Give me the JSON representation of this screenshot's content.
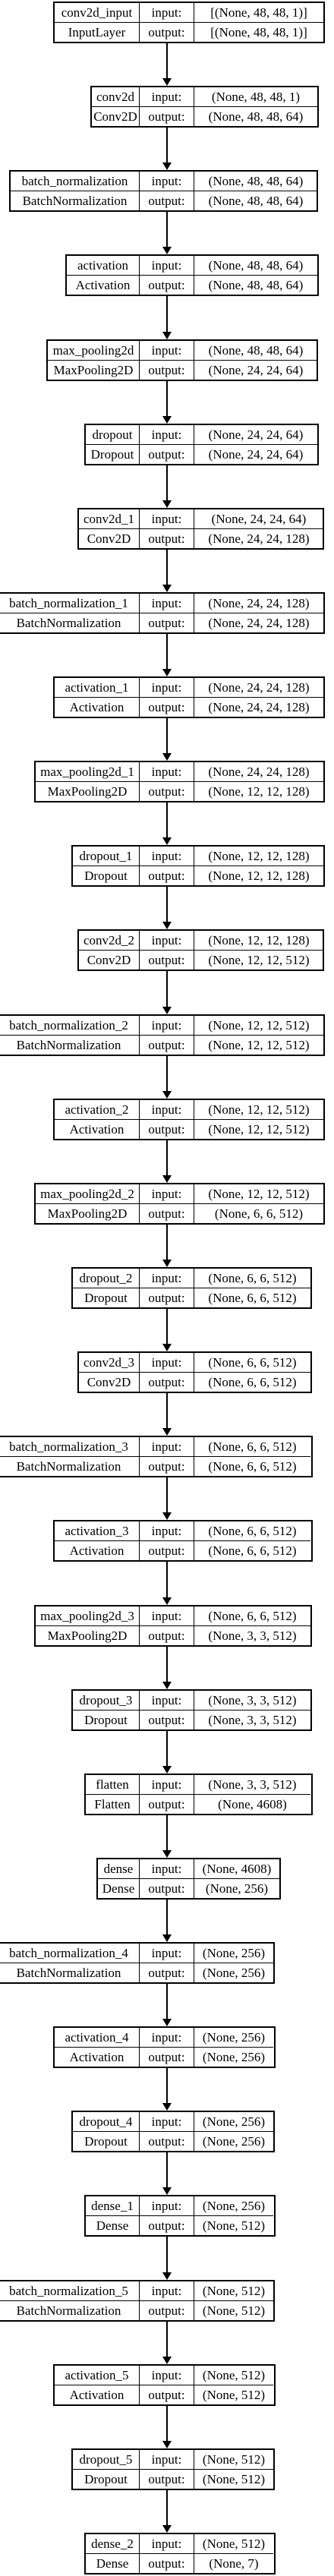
{
  "labels": {
    "input": "input:",
    "output": "output:"
  },
  "layers": [
    {
      "name": "conv2d_input",
      "type": "InputLayer",
      "input": "[(None, 48, 48, 1)]",
      "output": "[(None, 48, 48, 1)]"
    },
    {
      "name": "conv2d",
      "type": "Conv2D",
      "input": "(None, 48, 48, 1)",
      "output": "(None, 48, 48, 64)"
    },
    {
      "name": "batch_normalization",
      "type": "BatchNormalization",
      "input": "(None, 48, 48, 64)",
      "output": "(None, 48, 48, 64)"
    },
    {
      "name": "activation",
      "type": "Activation",
      "input": "(None, 48, 48, 64)",
      "output": "(None, 48, 48, 64)"
    },
    {
      "name": "max_pooling2d",
      "type": "MaxPooling2D",
      "input": "(None, 48, 48, 64)",
      "output": "(None, 24, 24, 64)"
    },
    {
      "name": "dropout",
      "type": "Dropout",
      "input": "(None, 24, 24, 64)",
      "output": "(None, 24, 24, 64)"
    },
    {
      "name": "conv2d_1",
      "type": "Conv2D",
      "input": "(None, 24, 24, 64)",
      "output": "(None, 24, 24, 128)"
    },
    {
      "name": "batch_normalization_1",
      "type": "BatchNormalization",
      "input": "(None, 24, 24, 128)",
      "output": "(None, 24, 24, 128)"
    },
    {
      "name": "activation_1",
      "type": "Activation",
      "input": "(None, 24, 24, 128)",
      "output": "(None, 24, 24, 128)"
    },
    {
      "name": "max_pooling2d_1",
      "type": "MaxPooling2D",
      "input": "(None, 24, 24, 128)",
      "output": "(None, 12, 12, 128)"
    },
    {
      "name": "dropout_1",
      "type": "Dropout",
      "input": "(None, 12, 12, 128)",
      "output": "(None, 12, 12, 128)"
    },
    {
      "name": "conv2d_2",
      "type": "Conv2D",
      "input": "(None, 12, 12, 128)",
      "output": "(None, 12, 12, 512)"
    },
    {
      "name": "batch_normalization_2",
      "type": "BatchNormalization",
      "input": "(None, 12, 12, 512)",
      "output": "(None, 12, 12, 512)"
    },
    {
      "name": "activation_2",
      "type": "Activation",
      "input": "(None, 12, 12, 512)",
      "output": "(None, 12, 12, 512)"
    },
    {
      "name": "max_pooling2d_2",
      "type": "MaxPooling2D",
      "input": "(None, 12, 12, 512)",
      "output": "(None, 6, 6, 512)"
    },
    {
      "name": "dropout_2",
      "type": "Dropout",
      "input": "(None, 6, 6, 512)",
      "output": "(None, 6, 6, 512)"
    },
    {
      "name": "conv2d_3",
      "type": "Conv2D",
      "input": "(None, 6, 6, 512)",
      "output": "(None, 6, 6, 512)"
    },
    {
      "name": "batch_normalization_3",
      "type": "BatchNormalization",
      "input": "(None, 6, 6, 512)",
      "output": "(None, 6, 6, 512)"
    },
    {
      "name": "activation_3",
      "type": "Activation",
      "input": "(None, 6, 6, 512)",
      "output": "(None, 6, 6, 512)"
    },
    {
      "name": "max_pooling2d_3",
      "type": "MaxPooling2D",
      "input": "(None, 6, 6, 512)",
      "output": "(None, 3, 3, 512)"
    },
    {
      "name": "dropout_3",
      "type": "Dropout",
      "input": "(None, 3, 3, 512)",
      "output": "(None, 3, 3, 512)"
    },
    {
      "name": "flatten",
      "type": "Flatten",
      "input": "(None, 3, 3, 512)",
      "output": "(None, 4608)"
    },
    {
      "name": "dense",
      "type": "Dense",
      "input": "(None, 4608)",
      "output": "(None, 256)"
    },
    {
      "name": "batch_normalization_4",
      "type": "BatchNormalization",
      "input": "(None, 256)",
      "output": "(None, 256)"
    },
    {
      "name": "activation_4",
      "type": "Activation",
      "input": "(None, 256)",
      "output": "(None, 256)"
    },
    {
      "name": "dropout_4",
      "type": "Dropout",
      "input": "(None, 256)",
      "output": "(None, 256)"
    },
    {
      "name": "dense_1",
      "type": "Dense",
      "input": "(None, 256)",
      "output": "(None, 512)"
    },
    {
      "name": "batch_normalization_5",
      "type": "BatchNormalization",
      "input": "(None, 512)",
      "output": "(None, 512)"
    },
    {
      "name": "activation_5",
      "type": "Activation",
      "input": "(None, 512)",
      "output": "(None, 512)"
    },
    {
      "name": "dropout_5",
      "type": "Dropout",
      "input": "(None, 512)",
      "output": "(None, 512)"
    },
    {
      "name": "dense_2",
      "type": "Dense",
      "input": "(None, 512)",
      "output": "(None, 7)"
    }
  ]
}
